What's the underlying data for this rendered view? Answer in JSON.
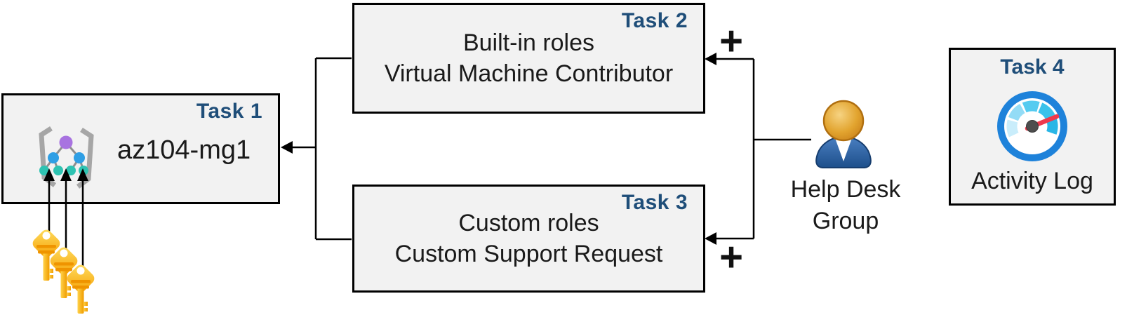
{
  "tasks": {
    "task1": {
      "badge": "Task 1",
      "name": "az104-mg1"
    },
    "task2": {
      "badge": "Task 2",
      "lines": [
        "Built-in roles",
        "Virtual Machine Contributor"
      ]
    },
    "task3": {
      "badge": "Task 3",
      "lines": [
        "Custom roles",
        "Custom Support Request"
      ]
    },
    "task4": {
      "badge": "Task 4",
      "caption": "Activity Log"
    }
  },
  "actor": {
    "lines": [
      "Help Desk",
      "Group"
    ]
  },
  "operators": {
    "top": "+",
    "bottom": "+"
  },
  "icons": {
    "task1": "management-group-icon",
    "task4": "gauge-activity-log-icon",
    "actor": "person-icon",
    "bottom_left": "keys-icon"
  },
  "colors": {
    "badge_blue": "#1f4e79",
    "box_fill": "#f2f2f2",
    "box_border": "#000000",
    "connector_black": "#000000",
    "key_gold": "#ffc62e",
    "person_body_blue": "#2e5f9e",
    "person_head_gold": "#e2a42f",
    "gauge_ring_blue": "#1e82da",
    "gauge_needle_red": "#ee3a4d",
    "mg_purple": "#a873e0",
    "mg_blue": "#2f9fe5",
    "mg_teal": "#2ec3b2"
  }
}
